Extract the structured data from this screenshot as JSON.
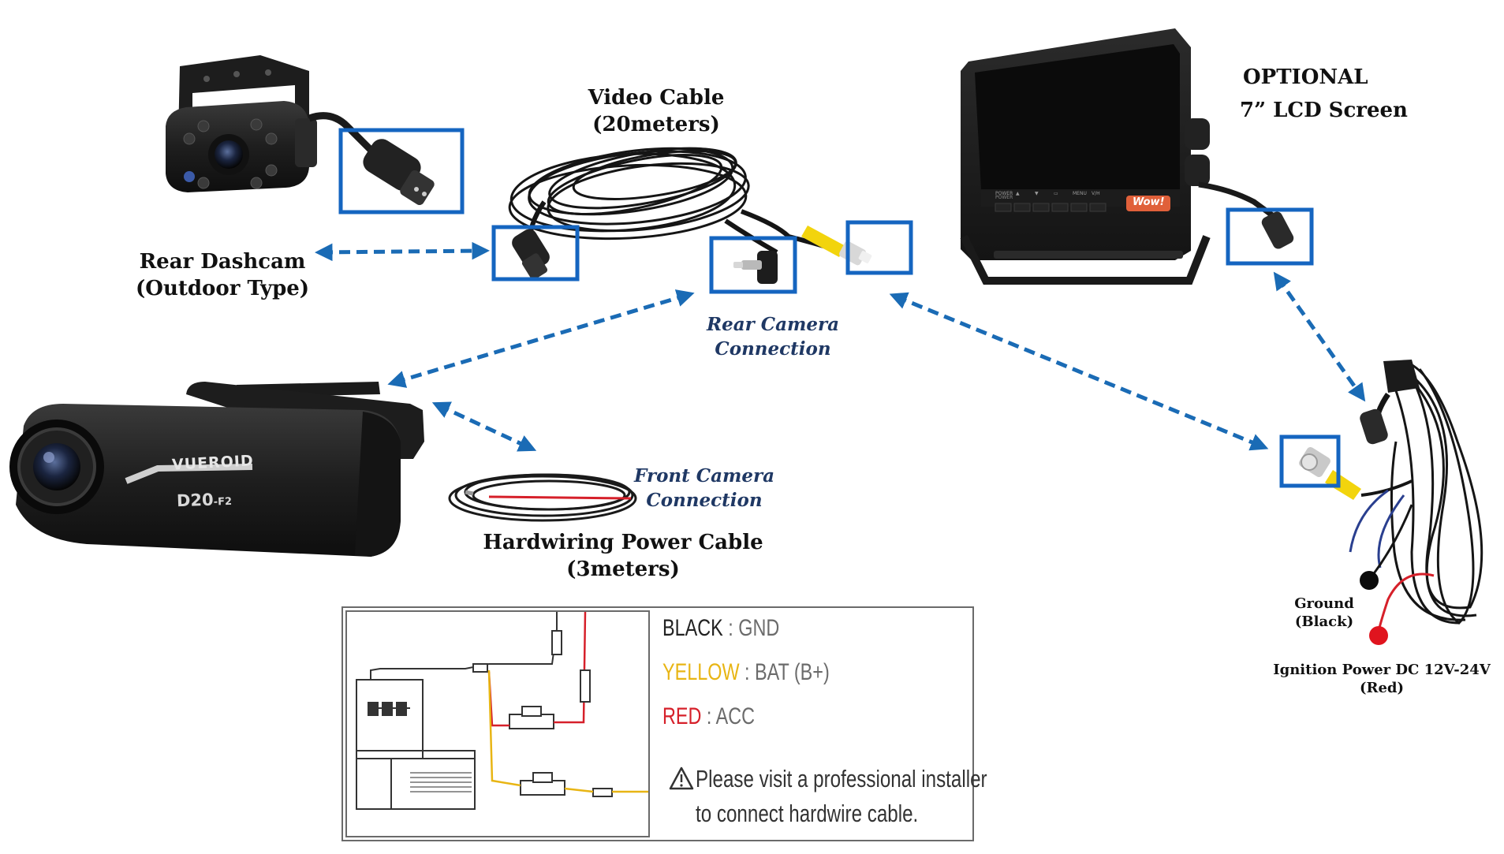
{
  "labels": {
    "rear_dashcam": {
      "line1": "Rear Dashcam",
      "line2": "(Outdoor Type)"
    },
    "video_cable": {
      "line1": "Video Cable",
      "line2": "(20meters)"
    },
    "lcd_screen": {
      "line1": "OPTIONAL",
      "line2": "7” LCD Screen"
    },
    "rear_camera_connection": {
      "line1": "Rear Camera",
      "line2": "Connection"
    },
    "front_camera_connection": {
      "line1": "Front Camera",
      "line2": "Connection"
    },
    "hardwiring_cable": {
      "line1": "Hardwiring Power Cable",
      "line2": "(3meters)"
    },
    "ground": {
      "line1": "Ground",
      "line2": "(Black)"
    },
    "ignition": {
      "line1": "Ignition Power DC 12V-24V",
      "line2": "(Red)"
    }
  },
  "product": {
    "brand": "VUEROID",
    "model": "D20",
    "model_suffix": "-F2"
  },
  "monitor": {
    "badge": "Wow!",
    "buttons": [
      "POWER",
      "▲",
      "▼",
      "▭",
      "MENU",
      "V/H"
    ]
  },
  "wiring_box": {
    "black": {
      "name": "BLACK",
      "value": " : GND",
      "color": "#222222"
    },
    "yellow": {
      "name": "YELLOW",
      "value": " : BAT (B+)",
      "color": "#e8b514"
    },
    "red": {
      "name": "RED",
      "value": " : ACC",
      "color": "#d6202a"
    },
    "warning_icon": "warning-triangle-icon",
    "note_line1": "Please visit a professional installer",
    "note_line2": "to connect hardwire cable."
  },
  "colors": {
    "highlight_box": "#1565c0",
    "arrow": "#1a6bb5",
    "device_body": "#2a2a2a",
    "rca_yellow": "#f2d40d",
    "wire_red": "#d6202a",
    "wire_yellow": "#e8b514"
  }
}
